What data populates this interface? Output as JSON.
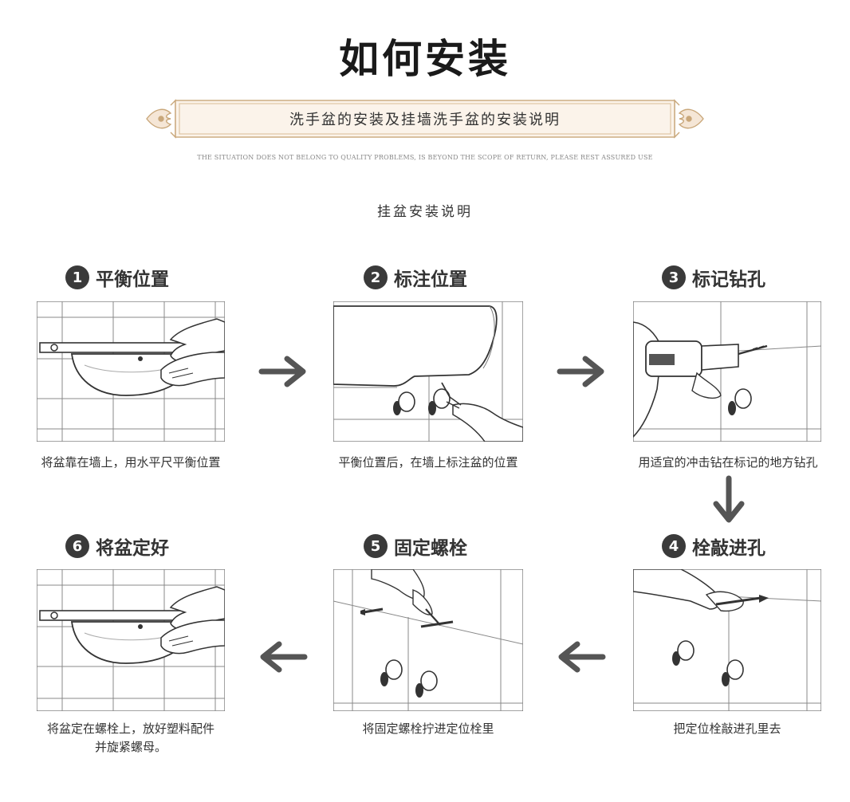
{
  "header": {
    "title": "如何安装",
    "banner_text": "洗手盆的安装及挂墙洗手盆的安装说明",
    "disclaimer": "THE SITUATION DOES NOT BELONG TO QUALITY PROBLEMS, IS BEYOND THE SCOPE OF RETURN, PLEASE REST ASSURED USE",
    "subtitle": "挂盆安装说明"
  },
  "steps": [
    {
      "number": "1",
      "title": "平衡位置",
      "caption": "将盆靠在墙上，用水平尺平衡位置"
    },
    {
      "number": "2",
      "title": "标注位置",
      "caption": "平衡位置后，在墙上标注盆的位置"
    },
    {
      "number": "3",
      "title": "标记钻孔",
      "caption": "用适宜的冲击钻在标记的地方钻孔"
    },
    {
      "number": "4",
      "title": "栓敲进孔",
      "caption": "把定位栓敲进孔里去"
    },
    {
      "number": "5",
      "title": "固定螺栓",
      "caption": "将固定螺栓拧进定位栓里"
    },
    {
      "number": "6",
      "title": "将盆定好",
      "caption_line1": "将盆定在螺栓上，放好塑料配件",
      "caption_line2": "并旋紧螺母。"
    }
  ],
  "colors": {
    "dark": "#3a3a3a",
    "banner_gold": "#c9a77a",
    "banner_bg": "#fbf3ea",
    "arrow": "#555555"
  }
}
